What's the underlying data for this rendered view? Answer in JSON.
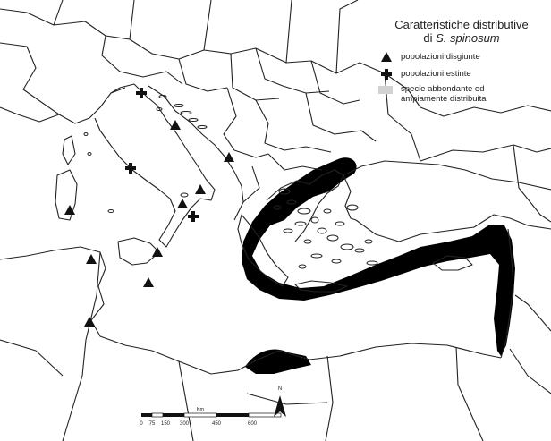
{
  "legend": {
    "title_line1": "Caratteristiche distributive",
    "title_line2_prefix": "di ",
    "title_species": "S. spinosum",
    "items": [
      {
        "symbol": "triangle",
        "label": "popolazioni disgiunte"
      },
      {
        "symbol": "cross",
        "label": "popolazioni estinte"
      },
      {
        "symbol": "gray-area",
        "label_line1": "specie abbondante ed",
        "label_line2": "ampiamente distribuita"
      }
    ]
  },
  "scale_bar": {
    "unit": "Km",
    "ticks": [
      "0",
      "75",
      "150",
      "300",
      "450",
      "600"
    ]
  },
  "north_arrow": {
    "label": "N"
  },
  "colors": {
    "land": "#ffffff",
    "border": "#222222",
    "distribution_area": "#d2d2d2",
    "symbol": "#111111"
  }
}
